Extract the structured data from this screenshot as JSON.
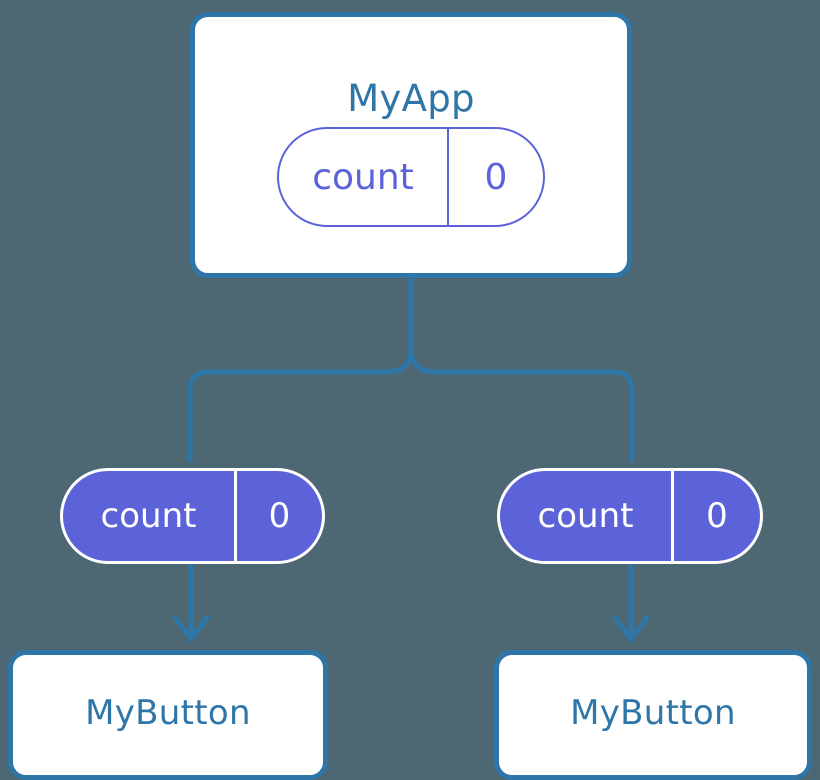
{
  "diagram": {
    "background_color": "#4d6773",
    "accent_color": "#2e76a8",
    "state_color": "#5c63d8",
    "root": {
      "title": "MyApp",
      "state": {
        "key": "count",
        "value": "0"
      }
    },
    "children": [
      {
        "title": "MyButton",
        "state": {
          "key": "count",
          "value": "0"
        }
      },
      {
        "title": "MyButton",
        "state": {
          "key": "count",
          "value": "0"
        }
      }
    ]
  }
}
